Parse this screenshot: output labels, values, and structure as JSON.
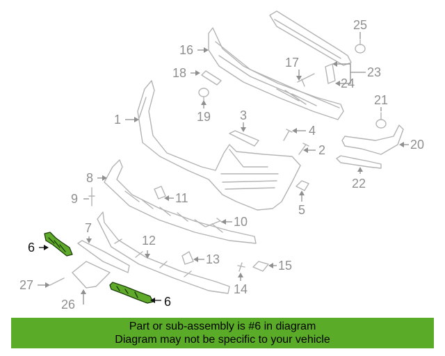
{
  "callouts": {
    "c1": "1",
    "c2": "2",
    "c3": "3",
    "c4": "4",
    "c5": "5",
    "c6a": "6",
    "c6b": "6",
    "c7": "7",
    "c8": "8",
    "c9": "9",
    "c10": "10",
    "c11": "11",
    "c12": "12",
    "c13": "13",
    "c14": "14",
    "c15": "15",
    "c16": "16",
    "c17": "17",
    "c18": "18",
    "c19": "19",
    "c20": "20",
    "c21": "21",
    "c22": "22",
    "c23": "23",
    "c24": "24",
    "c25": "25",
    "c26": "26",
    "c27": "27"
  },
  "highlighted_part": "6",
  "banner": {
    "line1": "Part or sub-assembly is #6 in diagram",
    "line2": "Diagram may not be specific to your vehicle"
  },
  "colors": {
    "highlight": "#5faa2a",
    "banner_bg": "#5aab28",
    "part_outline": "#b3b3b3",
    "callout_text": "#8f8f8f"
  }
}
